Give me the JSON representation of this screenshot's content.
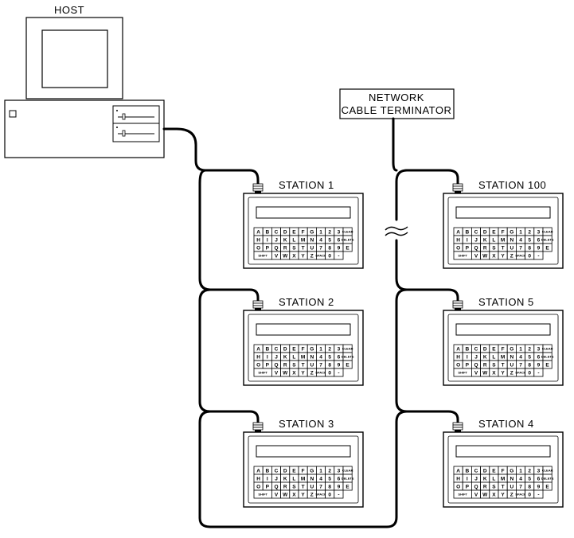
{
  "host": {
    "label": "HOST"
  },
  "terminator": {
    "line1": "NETWORK",
    "line2": "CABLE TERMINATOR"
  },
  "stations": [
    {
      "label": "STATION 1"
    },
    {
      "label": "STATION 2"
    },
    {
      "label": "STATION 3"
    },
    {
      "label": "STATION 100"
    },
    {
      "label": "STATION 5"
    },
    {
      "label": "STATION 4"
    }
  ],
  "keypad": {
    "row1": [
      "A",
      "B",
      "C",
      "D",
      "E",
      "F",
      "G",
      "1",
      "2",
      "3",
      "CLEAR"
    ],
    "row2": [
      "H",
      "I",
      "J",
      "K",
      "L",
      "M",
      "N",
      "4",
      "5",
      "6",
      "DELETE"
    ],
    "row3": [
      "O",
      "P",
      "Q",
      "R",
      "S",
      "T",
      "U",
      "7",
      "8",
      "9",
      "E"
    ],
    "row4": [
      "SHIFT",
      "V",
      "W",
      "X",
      "Y",
      "Z",
      "SPACE",
      "0",
      "-"
    ]
  }
}
